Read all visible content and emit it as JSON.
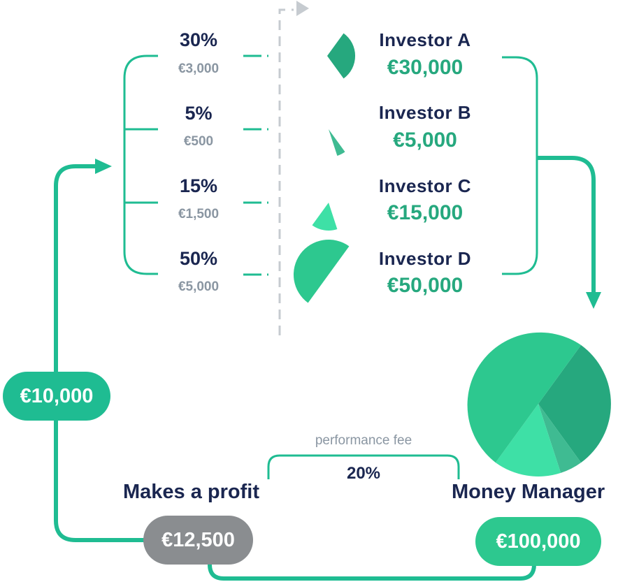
{
  "investors": [
    {
      "share": "30%",
      "share_amount": "€3,000",
      "name": "Investor A",
      "value": "€30,000",
      "color": "#26a87e",
      "fraction": 0.3
    },
    {
      "share": "5%",
      "share_amount": "€500",
      "name": "Investor B",
      "value": "€5,000",
      "color": "#3fbb92",
      "fraction": 0.05
    },
    {
      "share": "15%",
      "share_amount": "€1,500",
      "name": "Investor C",
      "value": "€15,000",
      "color": "#3ee0a6",
      "fraction": 0.15
    },
    {
      "share": "50%",
      "share_amount": "€5,000",
      "name": "Investor D",
      "value": "€50,000",
      "color": "#2dc88f",
      "fraction": 0.5
    }
  ],
  "return_pill": {
    "label": "€10,000",
    "color": "#1fbc92"
  },
  "profit": {
    "label": "Makes a profit",
    "pill": "€12,500",
    "pill_color": "#8a8d90"
  },
  "fee": {
    "caption": "performance fee",
    "value": "20%"
  },
  "manager": {
    "label": "Money Manager",
    "pill": "€100,000",
    "pill_color": "#2dc88f"
  },
  "colors": {
    "flow": "#1fbc92",
    "divider": "#c6cbd0",
    "navy": "#1a2650",
    "grey": "#8a96a2"
  }
}
